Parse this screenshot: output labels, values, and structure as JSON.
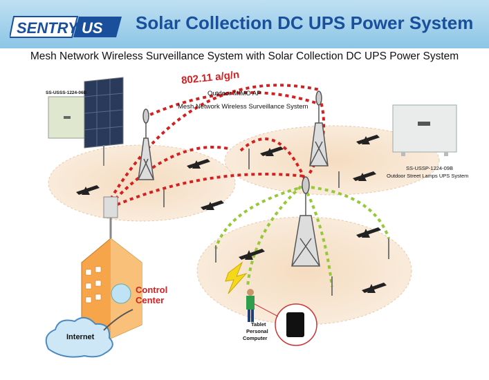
{
  "brand": {
    "logo_left": "SENTRY",
    "logo_right": "US"
  },
  "header": {
    "title": "Solar Collection DC UPS Power System"
  },
  "subtitle": "Mesh Network Wireless Surveillance System with Solar Collection DC UPS Power System",
  "labels": {
    "protocol": "802.11 a/g/n",
    "ap": "Outdoor MIMO AP",
    "mesh": "Mesh Network Wireless Surveillance System",
    "ups_model": "SS-USSP-1224-09B",
    "ups_desc": "Outdoor Street Lamps UPS System",
    "solar_model": "SS-USSS-1224-06B",
    "control_center_line1": "Control",
    "control_center_line2": "Center",
    "internet": "Internet",
    "tablet_line1": "Tablet",
    "tablet_line2": "Personal",
    "tablet_line3": "Computer"
  },
  "colors": {
    "wifi_red": "#d42020",
    "wifi_green": "#96c83c",
    "title_blue": "#1a4f9c",
    "header_bg": "#9fd0ec"
  }
}
